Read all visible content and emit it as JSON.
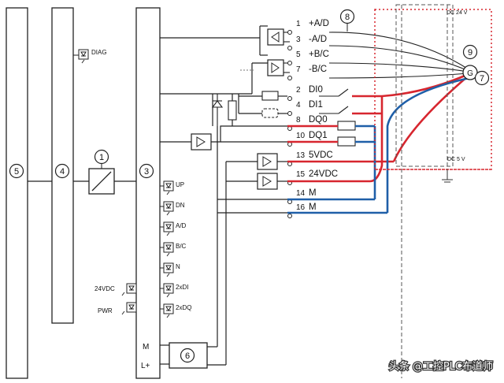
{
  "callouts": {
    "c1": "1",
    "c3": "3",
    "c4": "4",
    "c5": "5",
    "c6": "6",
    "c7": "7",
    "c8": "8",
    "c9": "9"
  },
  "left_labels": {
    "diag": "DIAG",
    "v24": "24VDC",
    "pwr": "PWR",
    "m": "M",
    "lplus": "L+"
  },
  "leds": [
    "UP",
    "DN",
    "A/D",
    "B/C",
    "N",
    "2xDI",
    "2xDQ"
  ],
  "terminals": [
    {
      "num": "1",
      "label": "+A/D"
    },
    {
      "num": "3",
      "label": "-A/D"
    },
    {
      "num": "5",
      "label": "+B/C"
    },
    {
      "num": "7",
      "label": "-B/C"
    },
    {
      "num": "2",
      "label": "DI0"
    },
    {
      "num": "4",
      "label": "DI1"
    },
    {
      "num": "8",
      "label": "DQ0"
    },
    {
      "num": "10",
      "label": "DQ1"
    },
    {
      "num": "13",
      "label": "5VDC"
    },
    {
      "num": "15",
      "label": "24VDC"
    },
    {
      "num": "14",
      "label": "M"
    },
    {
      "num": "16",
      "label": "M"
    }
  ],
  "encoder": {
    "dc24": "DC 24 V",
    "dc5": "DC 5 V",
    "symbol": "G"
  },
  "watermark": "头条 @工控PLC布道师",
  "colors": {
    "line": "#222222",
    "red": "#d7262f",
    "blue": "#1f5fa8"
  }
}
